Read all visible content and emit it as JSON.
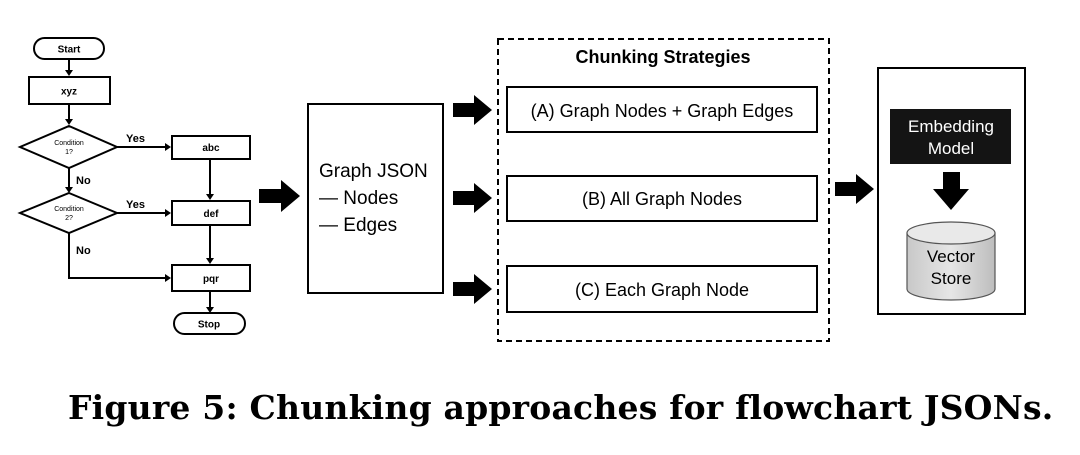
{
  "flowchart": {
    "start": "Start",
    "xyz": "xyz",
    "condition1": [
      "Condition",
      "1?"
    ],
    "condition2": [
      "Condition",
      "2?"
    ],
    "abc": "abc",
    "def": "def",
    "pqr": "pqr",
    "stop": "Stop",
    "yes1": "Yes",
    "yes2": "Yes",
    "no1": "No",
    "no2": "No"
  },
  "graph_json": {
    "title": "Graph JSON",
    "item1": "— Nodes",
    "item2": "— Edges"
  },
  "strategies": {
    "title": "Chunking Strategies",
    "a": "(A) Graph Nodes + Graph Edges",
    "b": "(B) All Graph Nodes",
    "c": "(C) Each Graph Node"
  },
  "store": {
    "model_line1": "Embedding",
    "model_line2": "Model",
    "vector_line1": "Vector",
    "vector_line2": "Store"
  },
  "caption": "Figure 5: Chunking approaches for flowchart JSONs."
}
